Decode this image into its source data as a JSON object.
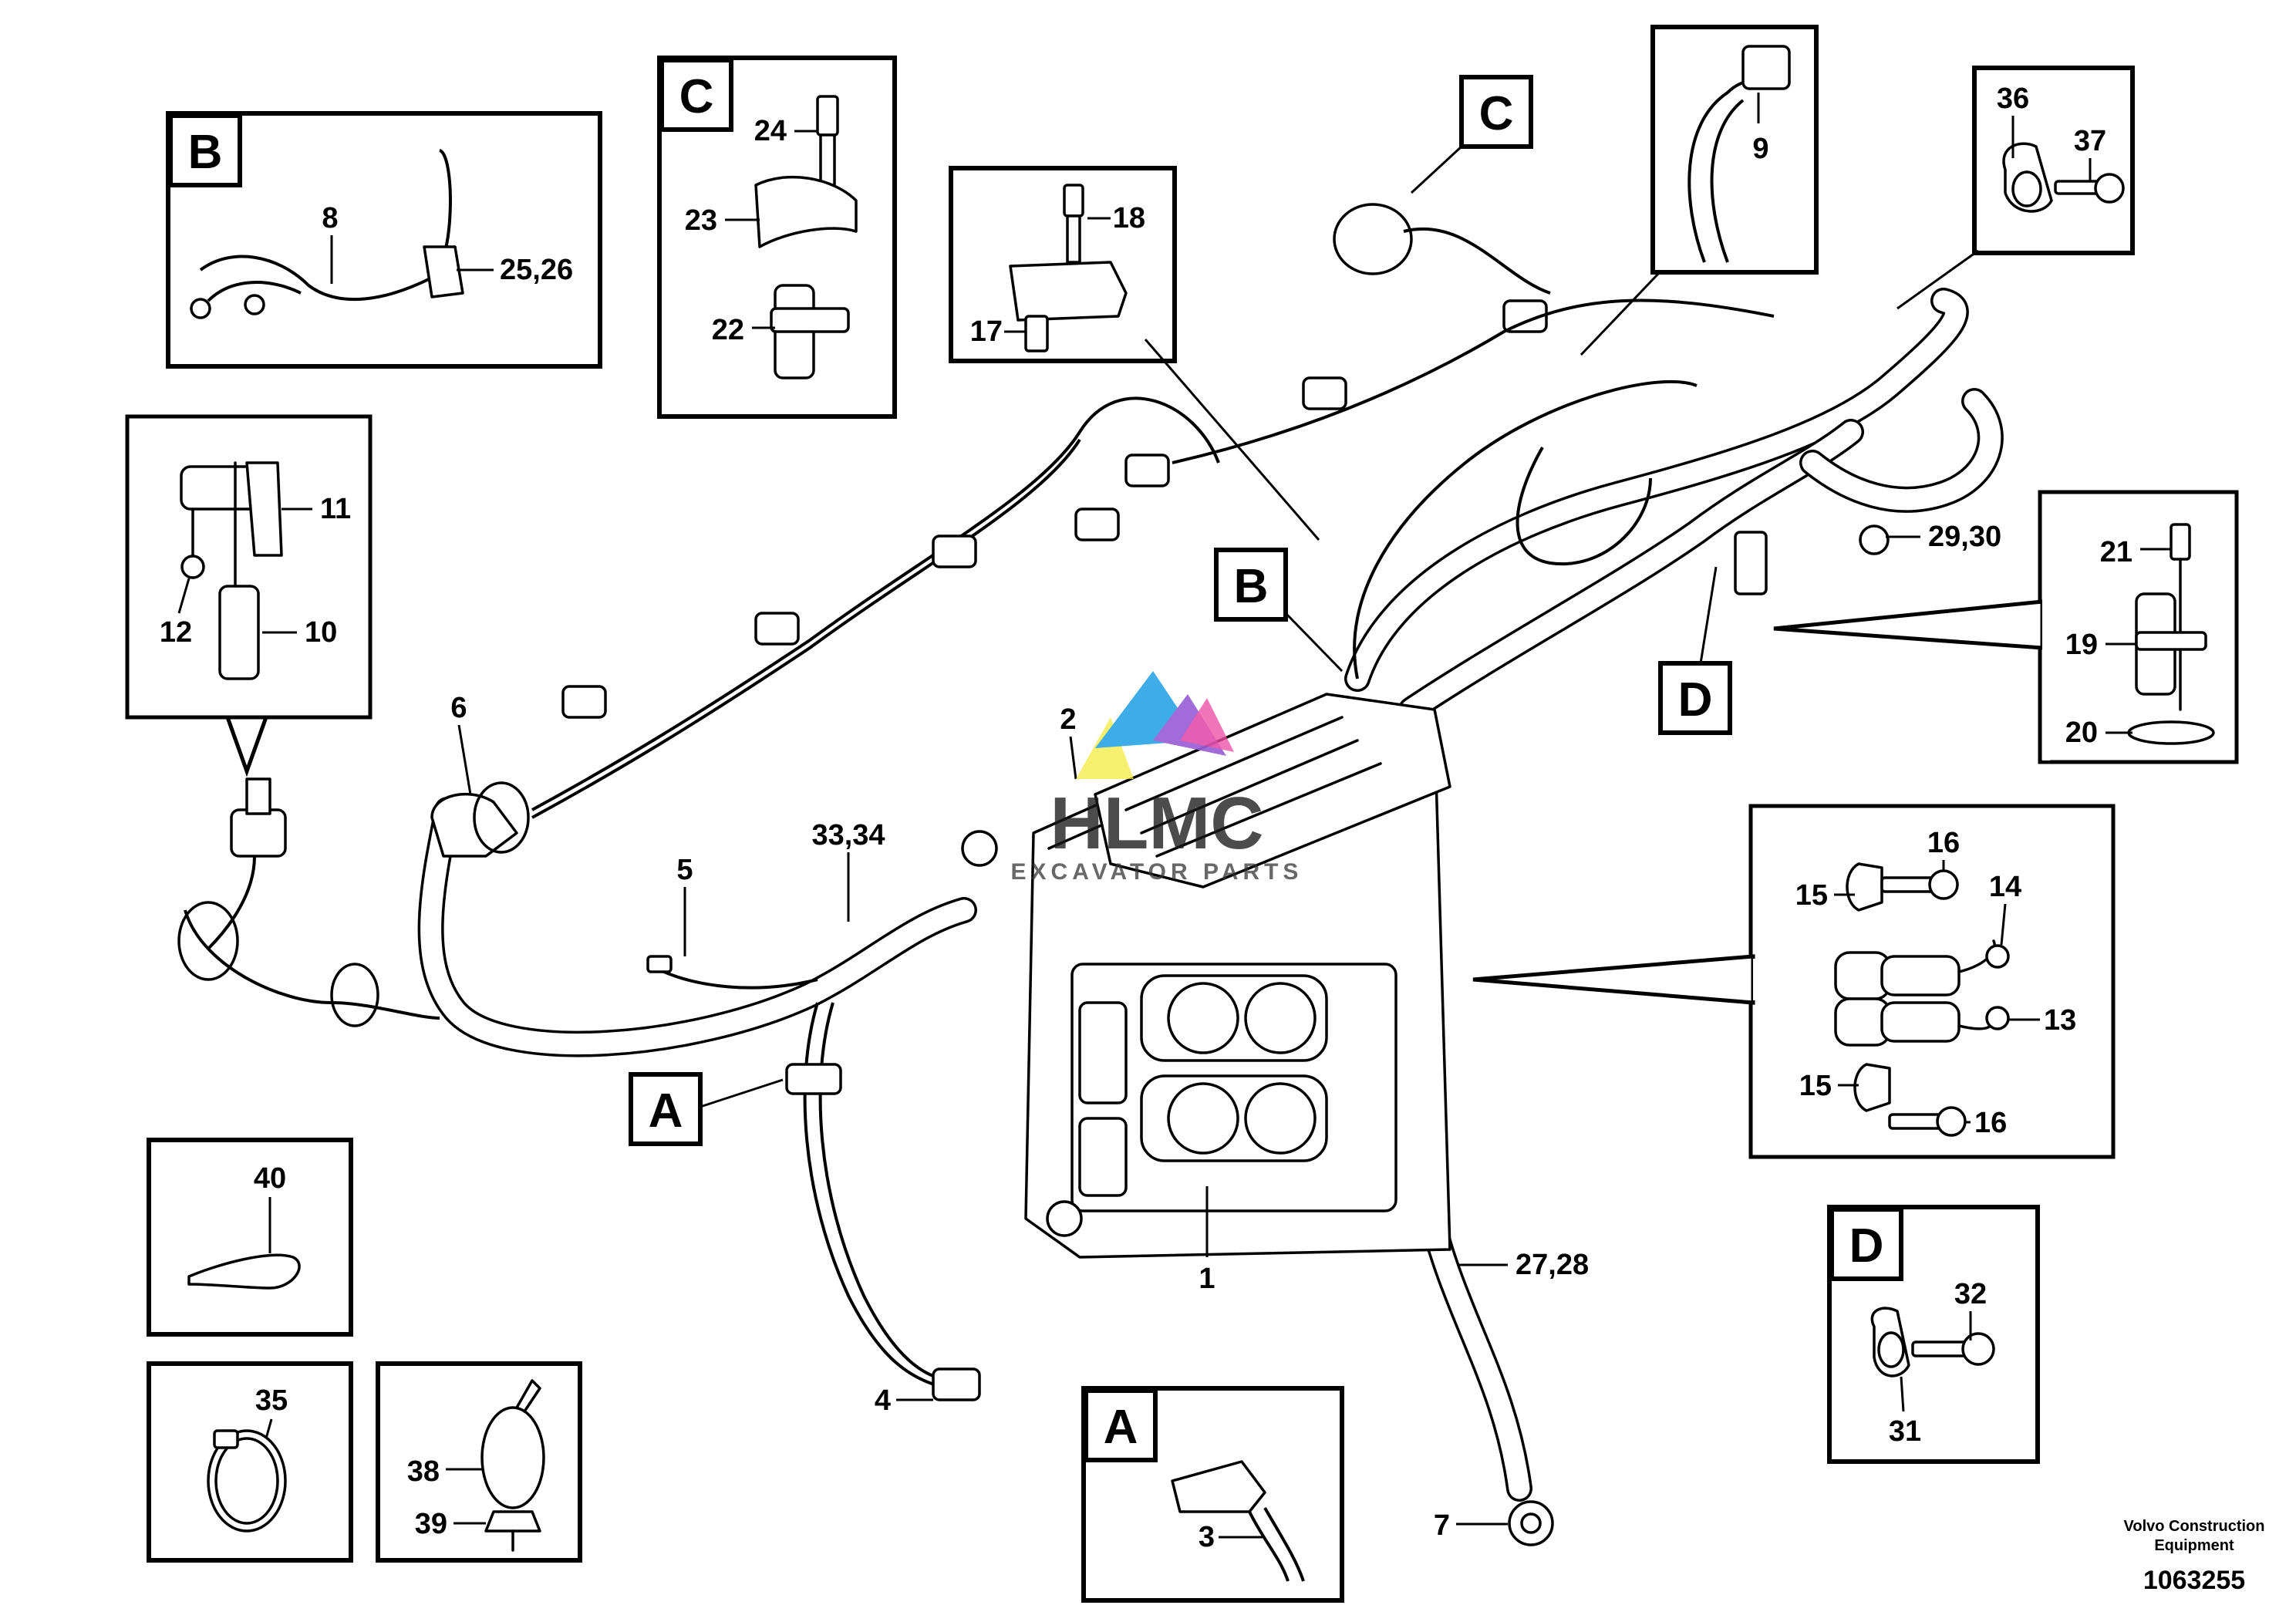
{
  "watermark": {
    "brand": "HLMC",
    "tagline": "EXCAVATOR PARTS",
    "colors": [
      "#f4e93c",
      "#2ea6e6",
      "#9a5fd6",
      "#ef4fa6"
    ]
  },
  "detail_tags": {
    "a": "A",
    "b": "B",
    "c": "C",
    "d": "D"
  },
  "callouts": {
    "p1": "1",
    "p2": "2",
    "p3": "3",
    "p4": "4",
    "p5": "5",
    "p6": "6",
    "p7": "7",
    "p8": "8",
    "p9": "9",
    "p10": "10",
    "p11": "11",
    "p12": "12",
    "p13": "13",
    "p14": "14",
    "p15a": "15",
    "p15b": "15",
    "p16a": "16",
    "p16b": "16",
    "p17": "17",
    "p18": "18",
    "p19": "19",
    "p20": "20",
    "p21": "21",
    "p22": "22",
    "p23": "23",
    "p24": "24",
    "p25_26": "25,26",
    "p27_28": "27,28",
    "p29_30": "29,30",
    "p31": "31",
    "p32": "32",
    "p33_34": "33,34",
    "p35": "35",
    "p36": "36",
    "p37": "37",
    "p38": "38",
    "p39": "39",
    "p40": "40"
  },
  "footer": {
    "company_line1": "Volvo Construction",
    "company_line2": "Equipment",
    "drawing_number": "1063255"
  }
}
